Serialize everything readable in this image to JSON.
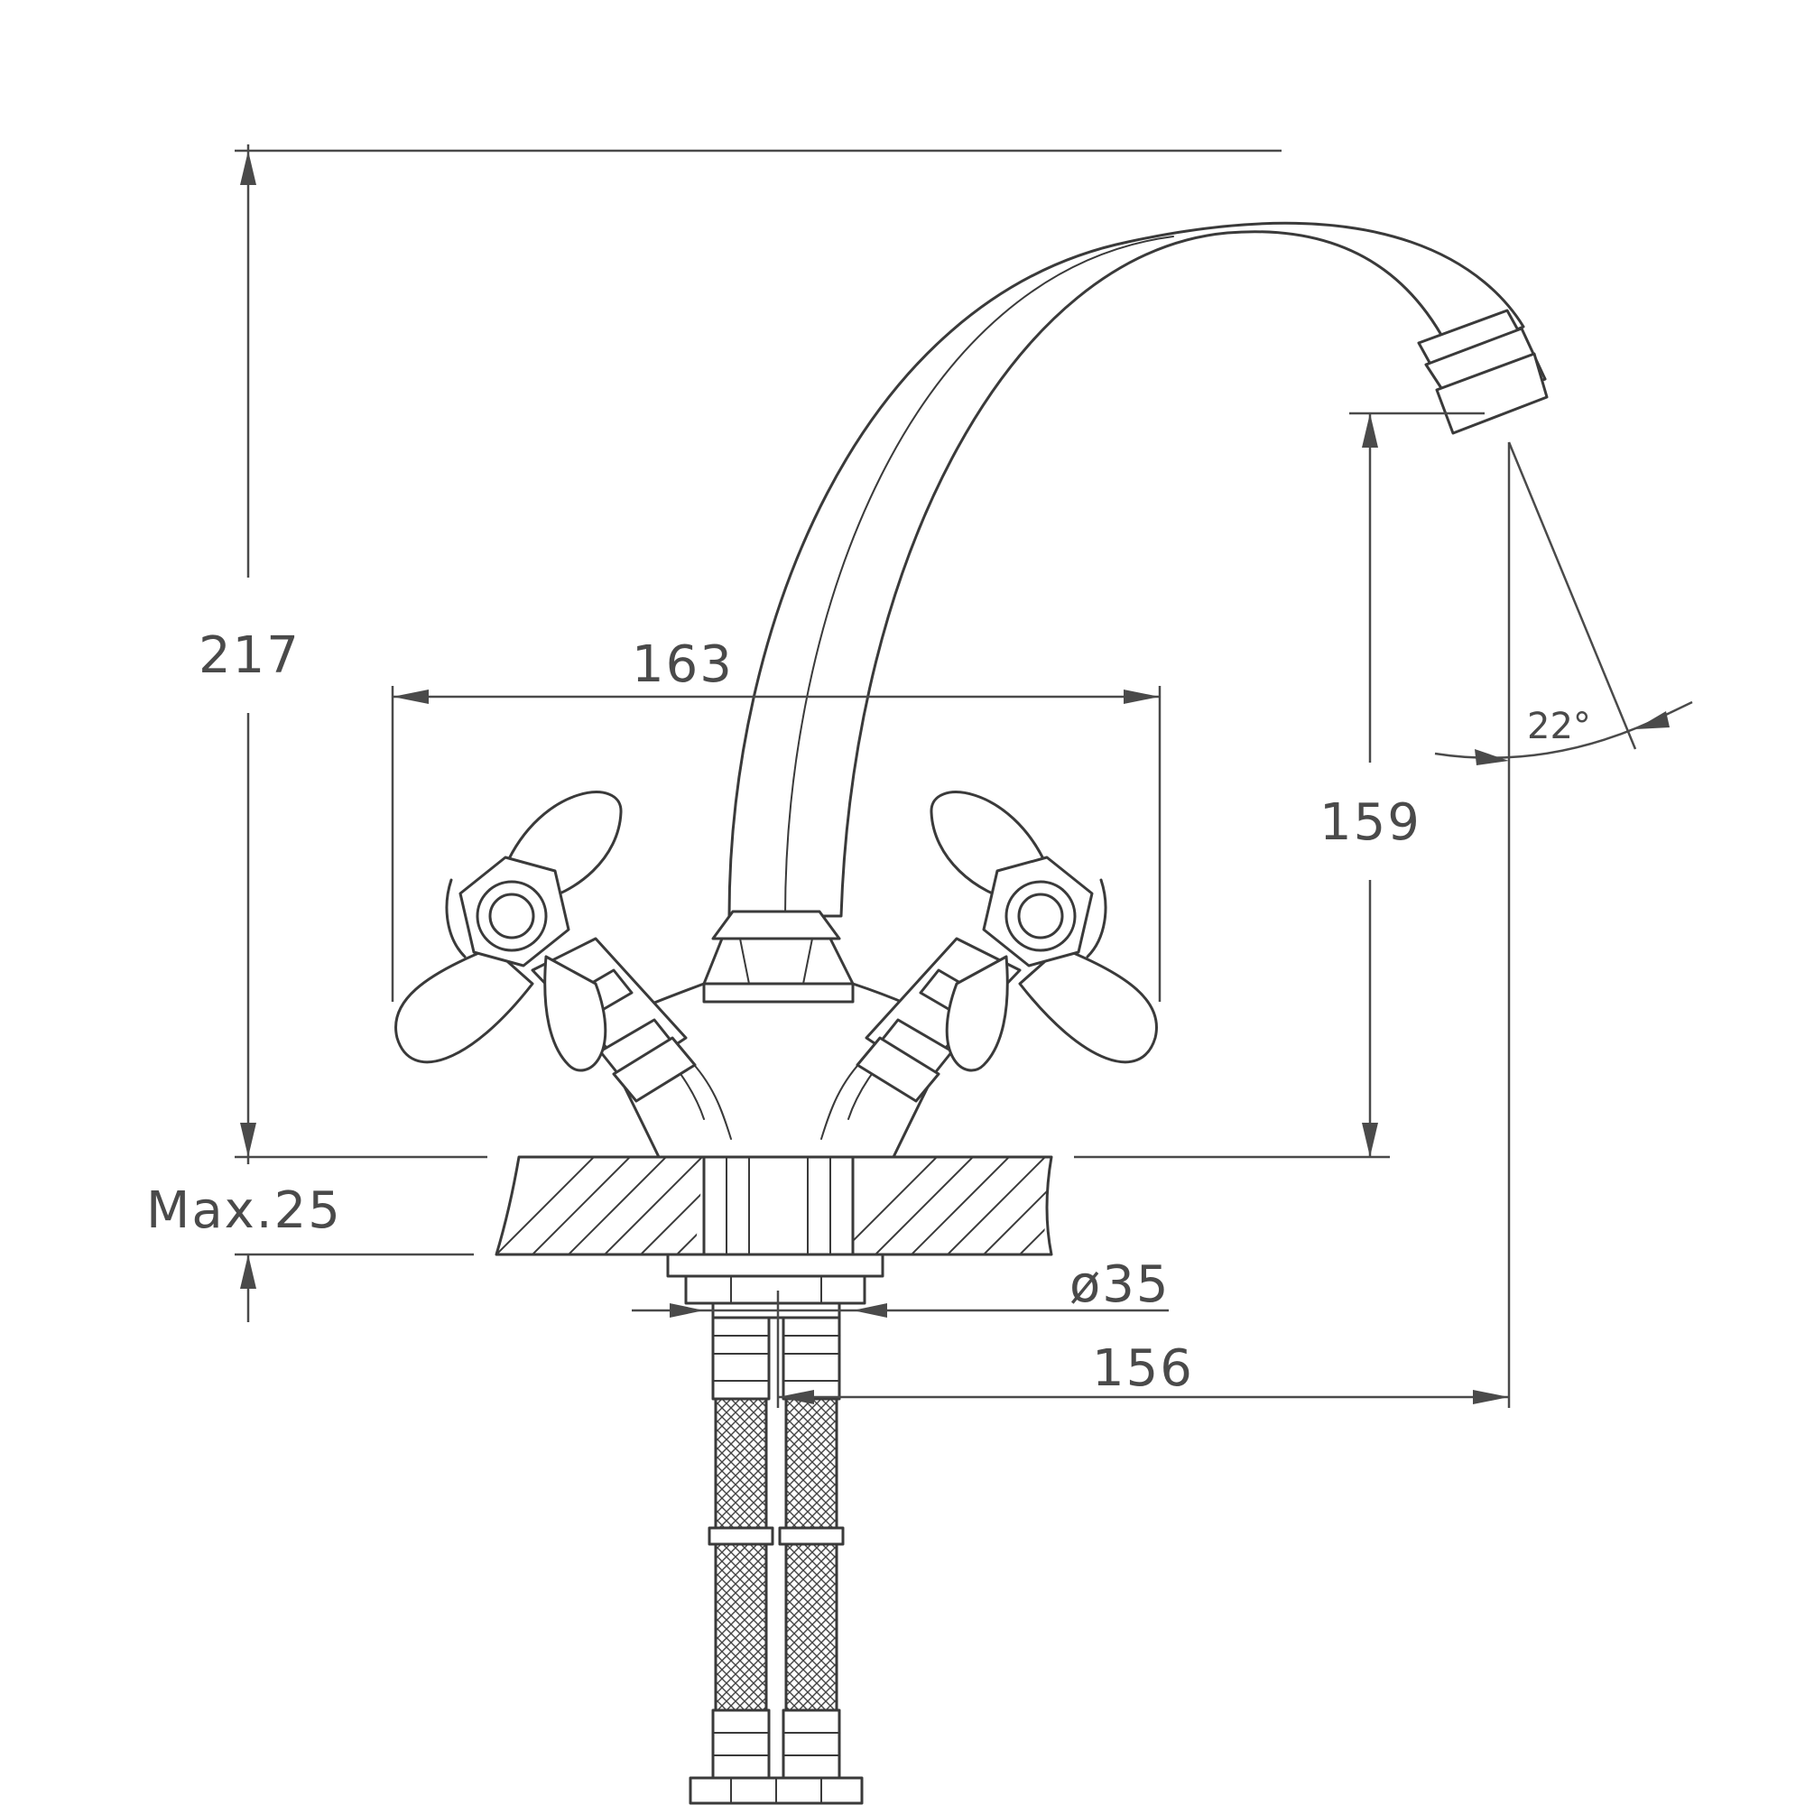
{
  "dimensions": {
    "total_height": "217",
    "handle_span": "163",
    "spout_height": "159",
    "max_counter_thickness": "Max.25",
    "base_diameter": "ø35",
    "spout_reach": "156",
    "spray_angle": "22°"
  }
}
